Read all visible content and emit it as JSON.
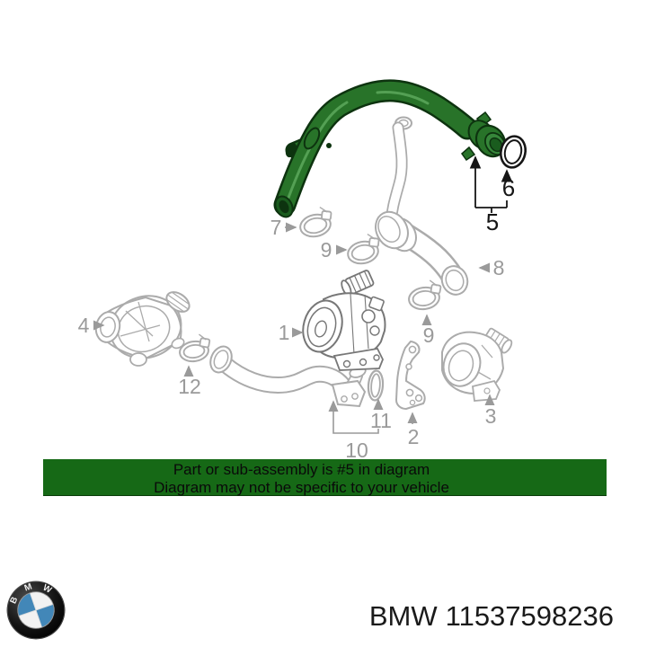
{
  "diagram": {
    "highlighted_part": "5",
    "highlight_color": "#287329",
    "line_color": "#ababab",
    "callouts": [
      {
        "label": "1"
      },
      {
        "label": "2"
      },
      {
        "label": "3"
      },
      {
        "label": "4"
      },
      {
        "label": "5"
      },
      {
        "label": "6"
      },
      {
        "label": "7"
      },
      {
        "label": "8"
      },
      {
        "label": "9"
      },
      {
        "label": "9"
      },
      {
        "label": "10"
      },
      {
        "label": "11"
      },
      {
        "label": "12"
      }
    ]
  },
  "banner": {
    "line1": "Part or sub-assembly is #5 in diagram",
    "line2": "Diagram may not be specific to your vehicle",
    "background": "#166916",
    "text_color": "#0a0a0a"
  },
  "footer": {
    "brand": "BMW",
    "part_number": "11537598236",
    "logo": {
      "letters": [
        "B",
        "M",
        "W"
      ],
      "blue": "#4287b8",
      "ring": "#1b1b1b"
    }
  }
}
